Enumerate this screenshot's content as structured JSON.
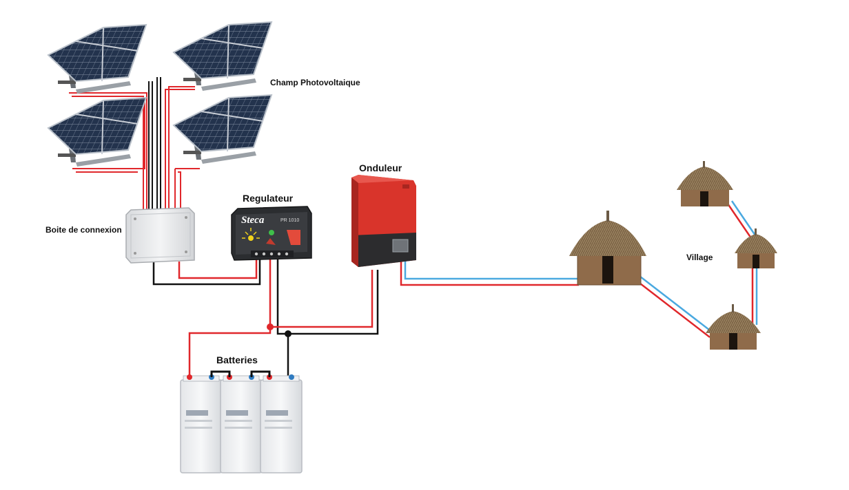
{
  "labels": {
    "champ": "Champ Photovoltaique",
    "boite": "Boite de connexion",
    "regulateur": "Regulateur",
    "onduleur": "Onduleur",
    "batteries": "Batteries",
    "village": "Village"
  },
  "regulator_brand": "Steca",
  "regulator_model": "PR 1010",
  "colors": {
    "positive_wire": "#e0272b",
    "negative_wire": "#111111",
    "ac_wire": "#4aa9e0",
    "inverter_red": "#d9342b",
    "panel_blue": "#23334d"
  }
}
